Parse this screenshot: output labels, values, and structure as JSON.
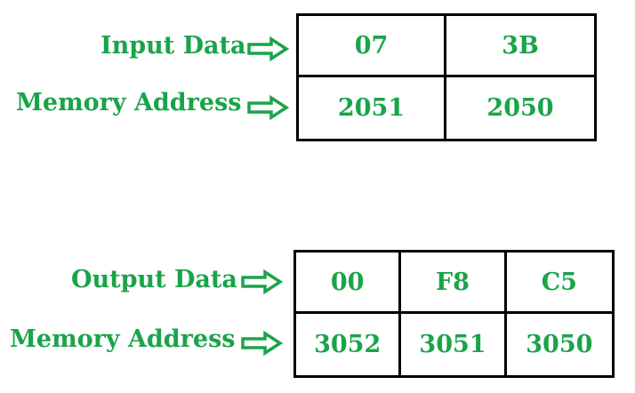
{
  "input": {
    "data_label": "Input Data",
    "address_label": "Memory Address",
    "data_values": [
      "07",
      "3B"
    ],
    "address_values": [
      "2051",
      "2050"
    ]
  },
  "output": {
    "data_label": "Output Data",
    "address_label": "Memory Address",
    "data_values": [
      "00",
      "F8",
      "C5"
    ],
    "address_values": [
      "3052",
      "3051",
      "3050"
    ]
  },
  "colors": {
    "label_green": "#1aa44a",
    "grid_border": "#000000"
  },
  "icons": {
    "arrow": "right-arrow-icon"
  }
}
